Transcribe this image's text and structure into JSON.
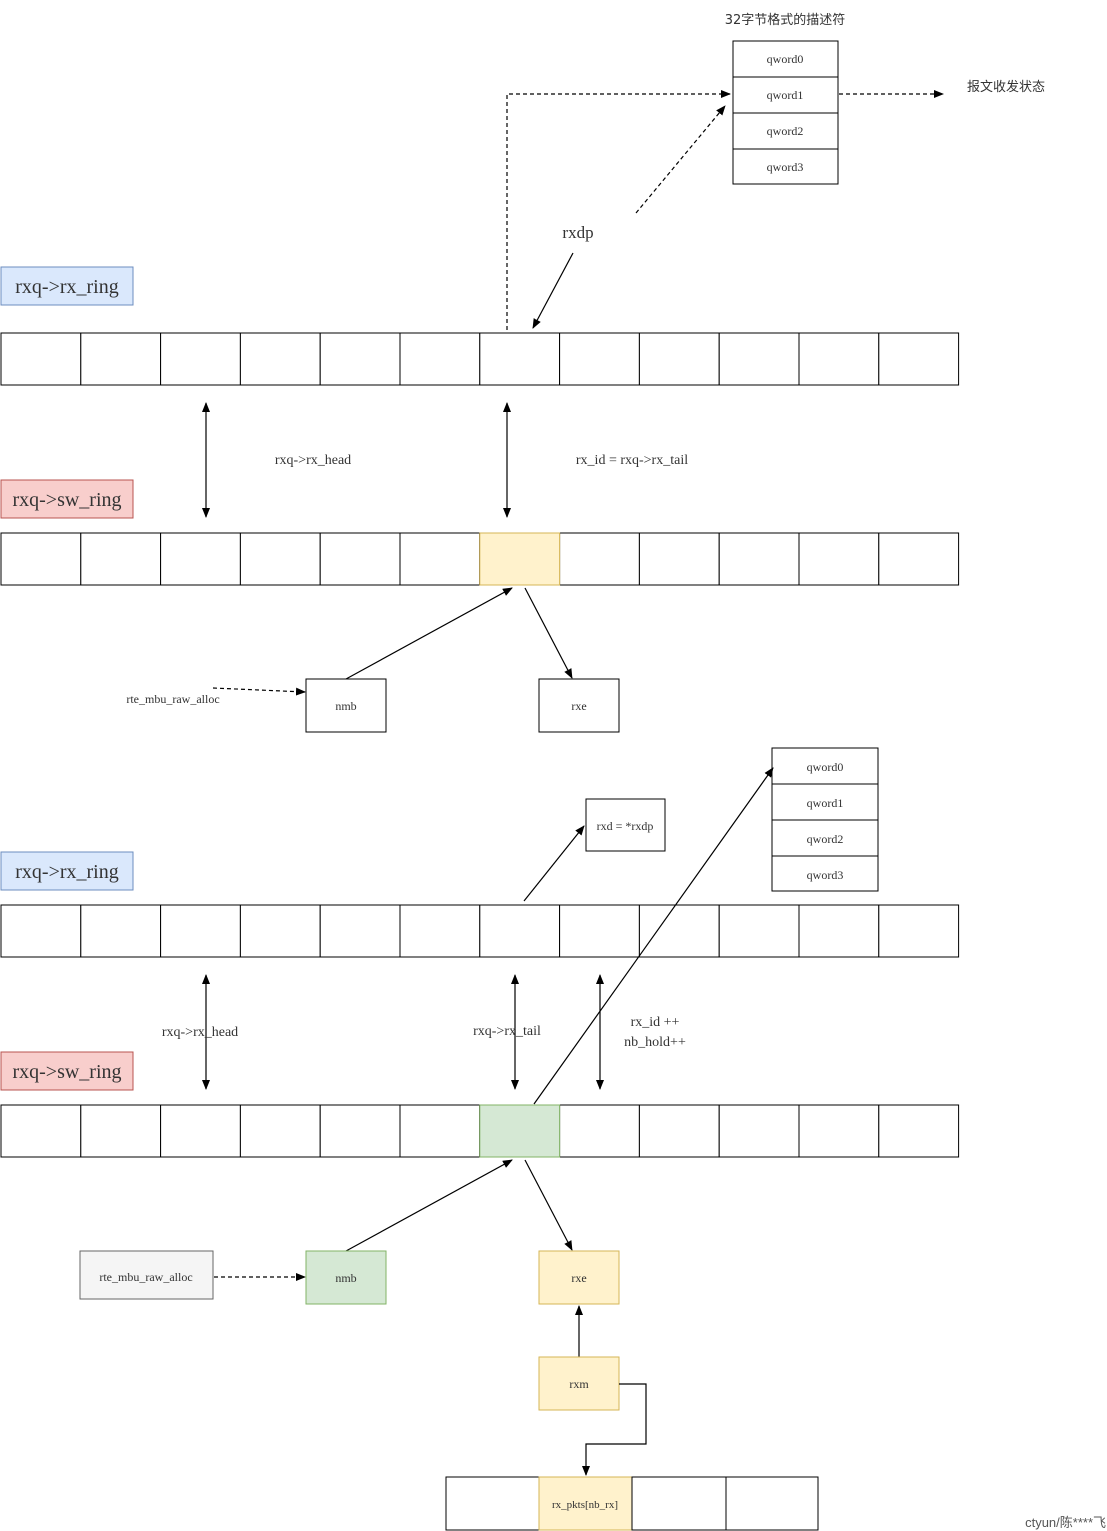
{
  "colors": {
    "blue_fill": "#dae8fc",
    "blue_stroke": "#6c8ebf",
    "red_fill": "#f8cecc",
    "red_stroke": "#b85450",
    "yellow_fill": "#fff2cc",
    "yellow_stroke": "#d6b656",
    "green_fill": "#d5e8d4",
    "green_stroke": "#82b366",
    "gray_fill": "#f5f5f5",
    "gray_stroke": "#666666"
  },
  "top": {
    "descriptor_title": "32字节格式的描述符",
    "descriptor_qwords": [
      "qword0",
      "qword1",
      "qword2",
      "qword3"
    ],
    "status_label": "报文收发状态",
    "rxdp_label": "rxdp",
    "rx_ring_label": "rxq->rx_ring",
    "sw_ring_label": "rxq->sw_ring",
    "rx_head_label": "rxq->rx_head",
    "rx_id_label": "rx_id = rxq->rx_tail",
    "alloc_label": "rte_mbu_raw_alloc",
    "nmb_label": "nmb",
    "rxe_label": "rxe"
  },
  "bottom": {
    "descriptor_qwords": [
      "qword0",
      "qword1",
      "qword2",
      "qword3"
    ],
    "rxd_label": "rxd = *rxdp",
    "rx_ring_label": "rxq->rx_ring",
    "sw_ring_label": "rxq->sw_ring",
    "rx_head_label": "rxq->rx_head",
    "rx_tail_label": "rxq->rx_tail",
    "rx_id_inc_label": "rx_id ++",
    "nb_hold_label": "nb_hold++",
    "alloc_label": "rte_mbu_raw_alloc",
    "nmb_label": "nmb",
    "rxe_label": "rxe",
    "rxm_label": "rxm",
    "rx_pkts_label": "rx_pkts[nb_rx]"
  },
  "watermark": "ctyun/陈****飞"
}
